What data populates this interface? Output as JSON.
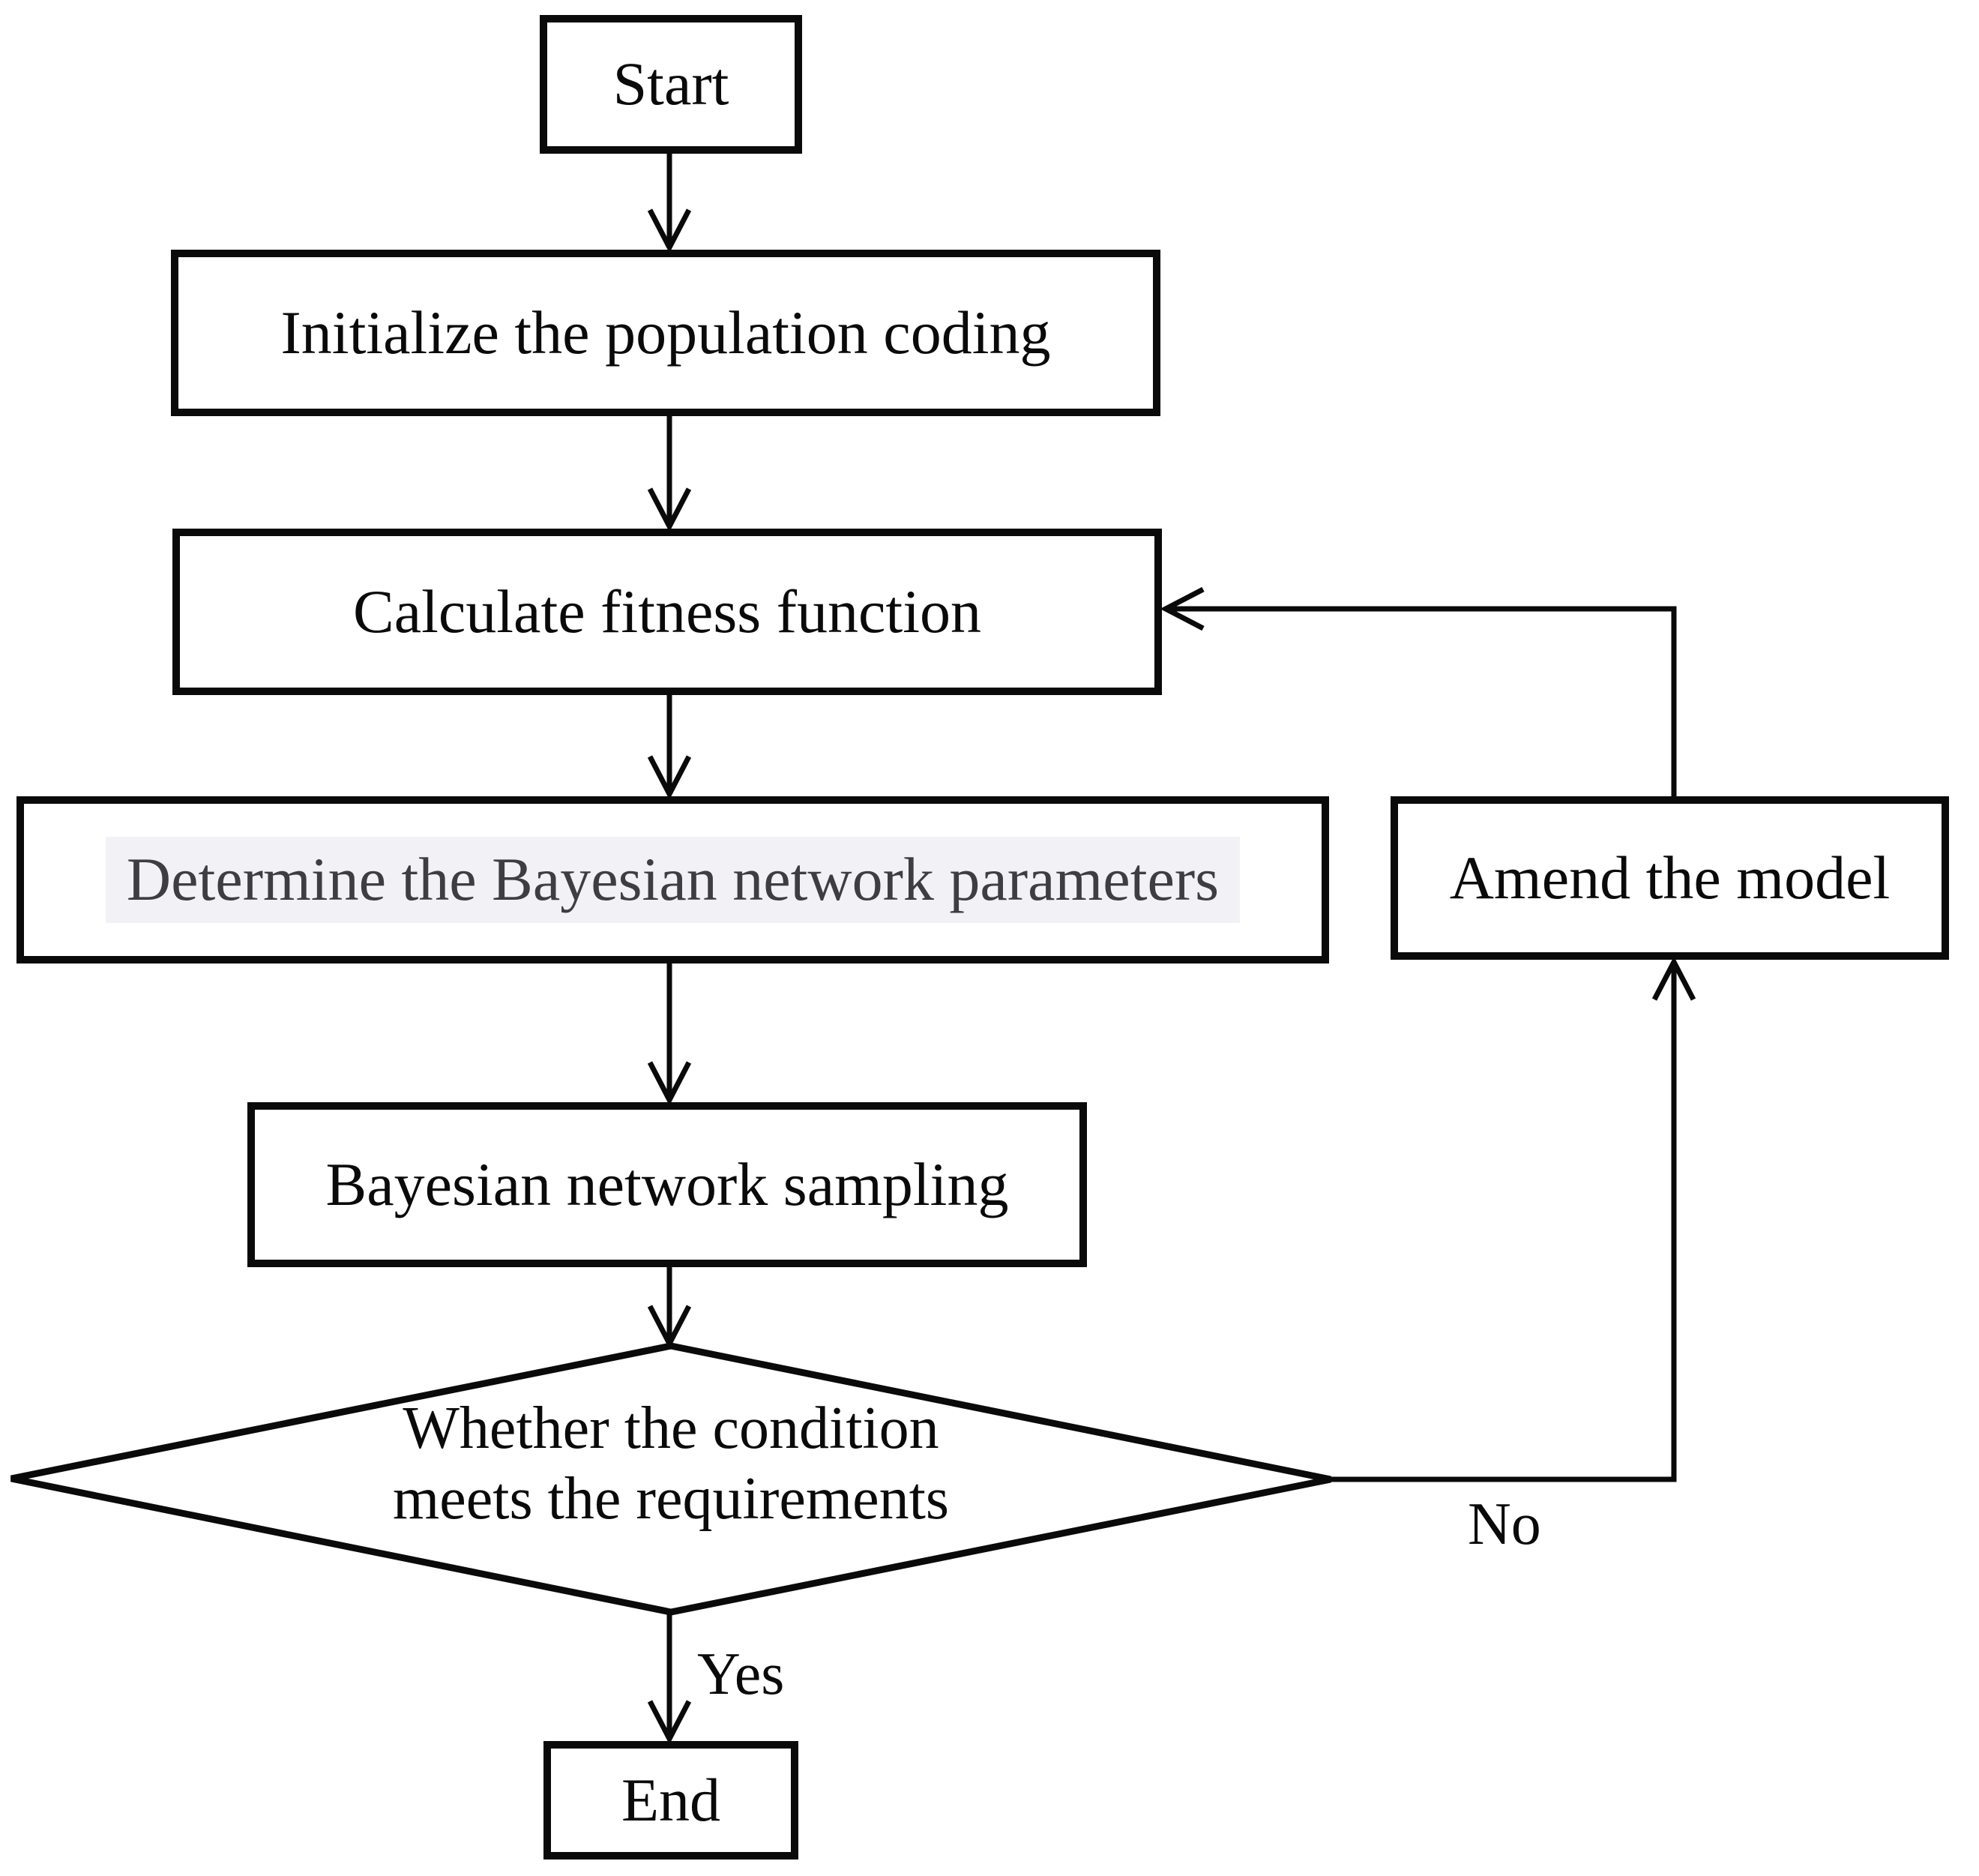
{
  "diagram": {
    "type": "flowchart",
    "nodes": {
      "start": {
        "label": "Start",
        "shape": "rectangle"
      },
      "initialize": {
        "label": "Initialize the population coding",
        "shape": "rectangle"
      },
      "calculate": {
        "label": "Calculate fitness function",
        "shape": "rectangle"
      },
      "determine": {
        "label": "Determine the Bayesian network parameters",
        "shape": "rectangle"
      },
      "sampling": {
        "label": "Bayesian network sampling",
        "shape": "rectangle"
      },
      "condition": {
        "label_line1": "Whether the condition",
        "label_line2": "meets the requirements",
        "shape": "diamond"
      },
      "amend": {
        "label": "Amend the model",
        "shape": "rectangle"
      },
      "end": {
        "label": "End",
        "shape": "rectangle"
      }
    },
    "edges": {
      "yes_label": "Yes",
      "no_label": "No"
    },
    "flow": [
      "start -> initialize",
      "initialize -> calculate",
      "calculate -> determine",
      "determine -> sampling",
      "sampling -> condition",
      "condition -Yes-> end",
      "condition -No-> amend",
      "amend -> calculate"
    ],
    "colors": {
      "line": "#0a0a0a",
      "background": "#ffffff",
      "determine_highlight": "#f2f2f6",
      "determine_text": "#3e3e42"
    }
  }
}
